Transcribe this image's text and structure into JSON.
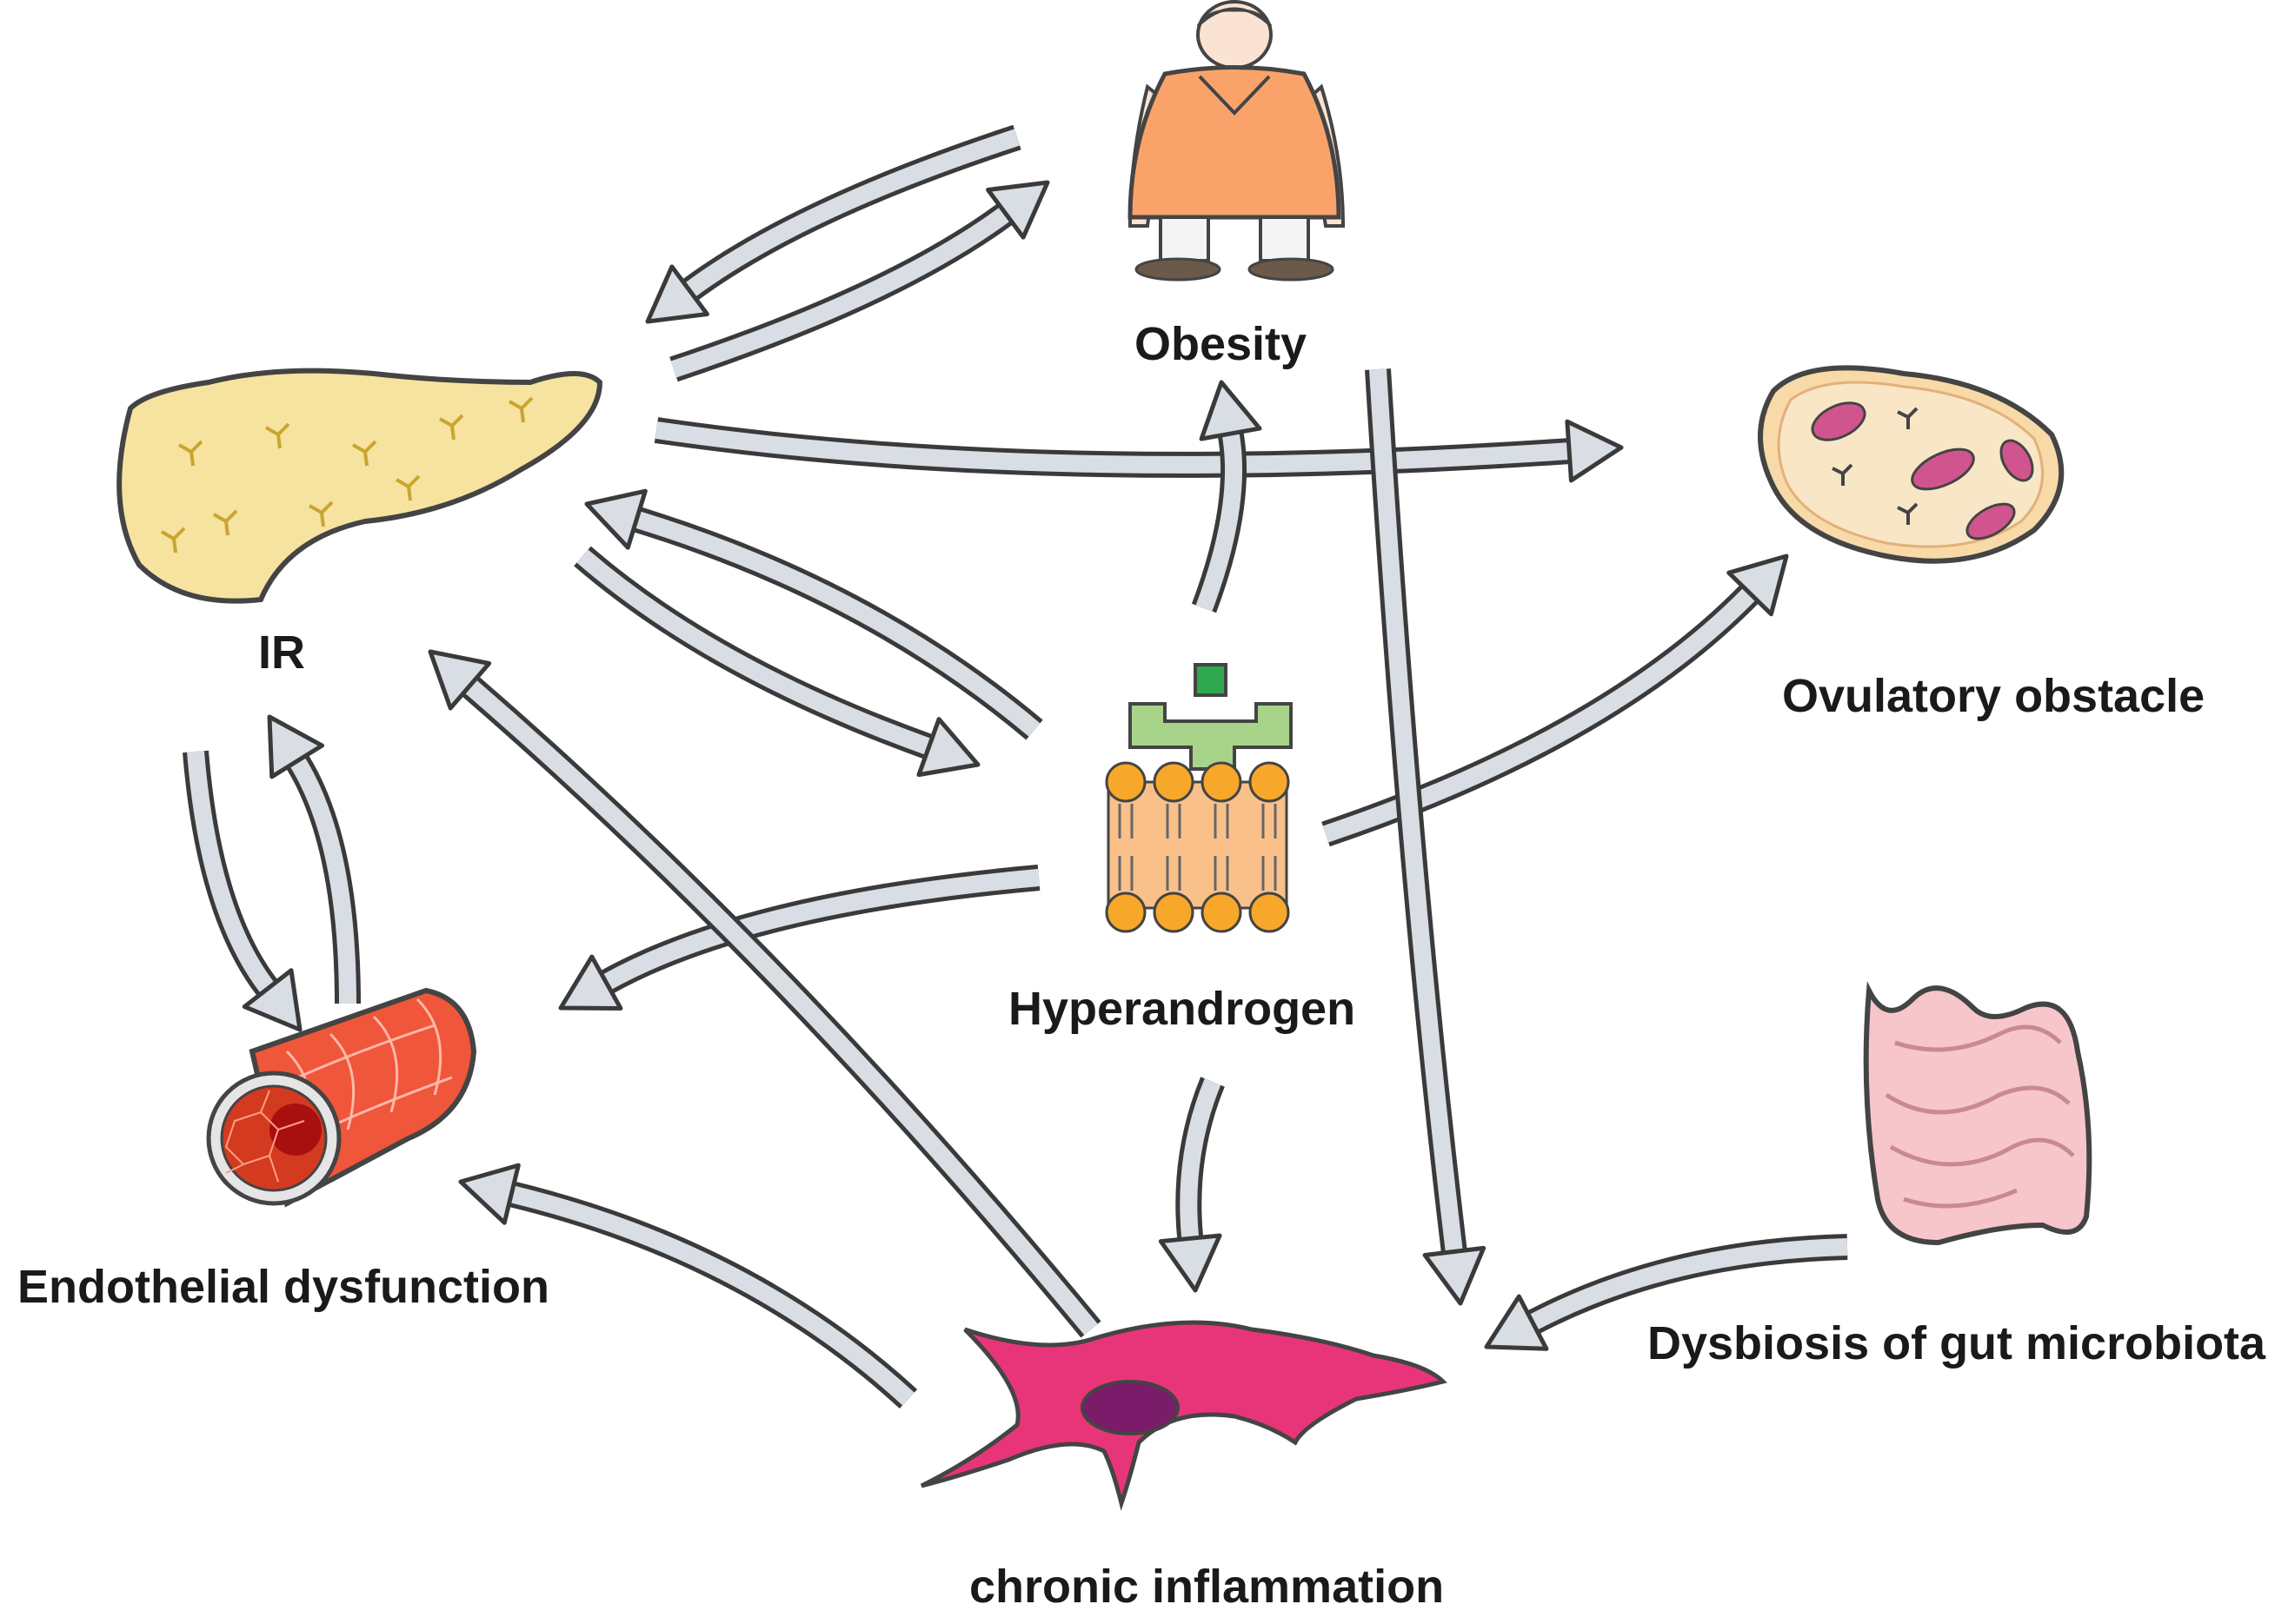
{
  "labels": {
    "obesity": "Obesity",
    "ir": "IR",
    "ovulatory": "Ovulatory obstacle",
    "hyperandrogen": "Hyperandrogen",
    "endothelial": "Endothelial dysfunction",
    "dysbiosis": "Dysbiosis of gut microbiota",
    "inflammation": "chronic inflammation"
  },
  "icons": {
    "obesity": "obese-woman-icon",
    "ir": "pancreas-icon",
    "ovulatory": "ovary-icon",
    "hyperandrogen": "androgen-receptor-membrane-icon",
    "endothelial": "blood-vessel-icon",
    "dysbiosis": "intestine-icon",
    "inflammation": "inflammatory-cell-icon"
  },
  "colors": {
    "arrow_fill": "#d9dee4",
    "arrow_outline": "#3a3a3a",
    "pancreas": "#f7e3a0",
    "dress": "#f9a36b",
    "ovary": "#f8d9a8",
    "vessel": "#f0563a",
    "intestine": "#f6c6ca",
    "cell": "#e8357a"
  }
}
